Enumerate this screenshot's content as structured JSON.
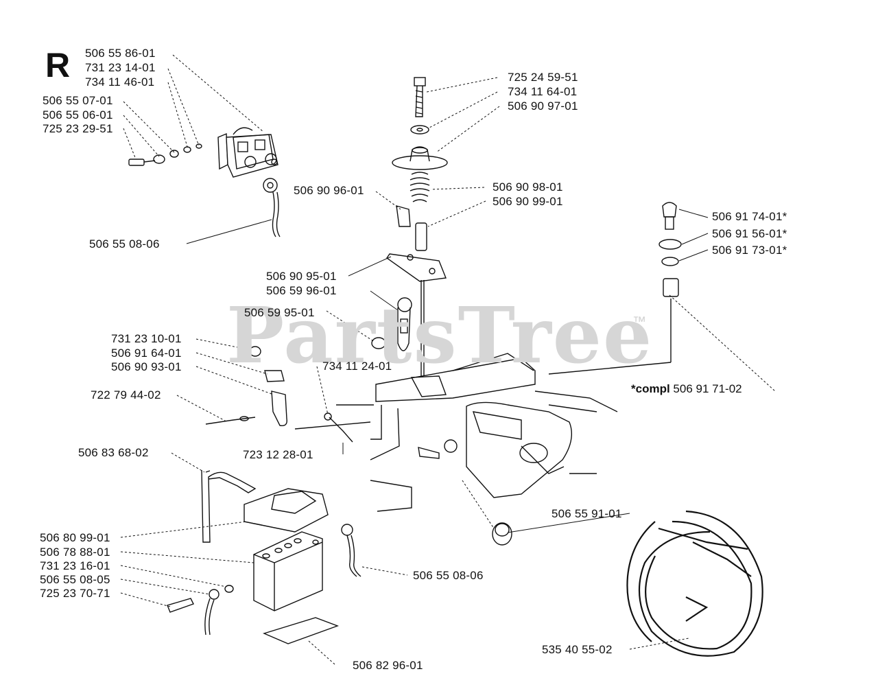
{
  "section_letter": "R",
  "watermark": "PartsTree",
  "watermark_tm": "™",
  "compl_note": {
    "prefix": "*compl",
    "part": "506 91 71-02"
  },
  "labels": {
    "l1": "506 55 86-01",
    "l2": "731 23 14-01",
    "l3": "734 11 46-01",
    "l4": "506 55 07-01",
    "l5": "506 55 06-01",
    "l6": "725 23 29-51",
    "l7": "506 55 08-06",
    "l8": "725 24 59-51",
    "l9": "734 11 64-01",
    "l10": "506 90 97-01",
    "l11": "506 90 96-01",
    "l12": "506 90 98-01",
    "l13": "506 90 99-01",
    "l14": "506 90 95-01",
    "l15": "506 59 96-01",
    "l16": "506 59 95-01",
    "l17": "506 91 74-01*",
    "l18": "506 91 56-01*",
    "l19": "506 91 73-01*",
    "l20": "731 23 10-01",
    "l21": "506 91 64-01",
    "l22": "506 90 93-01",
    "l23": "734 11 24-01",
    "l24": "722 79 44-02",
    "l25": "723 12 28-01",
    "l26": "506 83 68-02",
    "l27": "506 55 91-01",
    "l28": "506 80 99-01",
    "l29": "506 78 88-01",
    "l30": "731 23 16-01",
    "l31": "506 55 08-05",
    "l32": "725 23 70-71",
    "l33": "506 55 08-06",
    "l34": "506 82 96-01",
    "l35": "535 40 55-02"
  }
}
